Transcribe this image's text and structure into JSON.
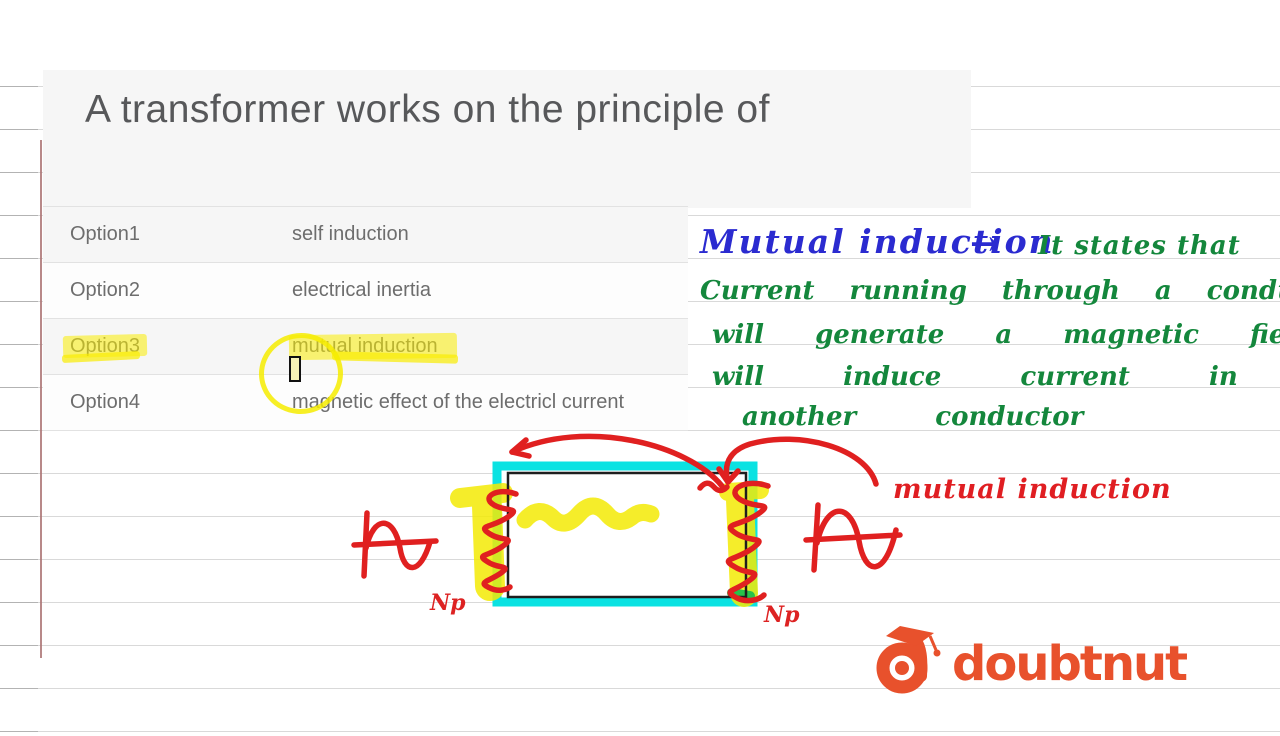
{
  "question": {
    "title": "A transformer works on the principle of"
  },
  "options": [
    {
      "label": "Option1",
      "value": "self induction",
      "highlighted": false
    },
    {
      "label": "Option2",
      "value": "electrical inertia",
      "highlighted": false
    },
    {
      "label": "Option3",
      "value": "mutual induction",
      "highlighted": true
    },
    {
      "label": "Option4",
      "value": "magnetic effect of the electricl current",
      "highlighted": false
    }
  ],
  "annotations": {
    "highlighted_option": "Option3",
    "circled_text": "mutual induction",
    "highlight_color": "#f9ed02"
  },
  "notes": {
    "heading_blue": "Mutual induction",
    "arrow": "→",
    "heading_green": "It states that",
    "line2": "Current running through a conductor",
    "line3": "will generate a magnetic field",
    "line4": "will induce current in",
    "line5": "another conductor",
    "red_label": "mutual induction",
    "colors": {
      "blue": "#2b2bd0",
      "green": "#14873c",
      "red": "#e01e22"
    }
  },
  "diagram": {
    "left_coil_label": "Np",
    "right_coil_label": "Np",
    "core_color": "#0be2e2",
    "coil_color": "#e02020",
    "highlight_color": "#f4eb05"
  },
  "brand": {
    "name": "doubtnut",
    "color": "#e8512c"
  }
}
